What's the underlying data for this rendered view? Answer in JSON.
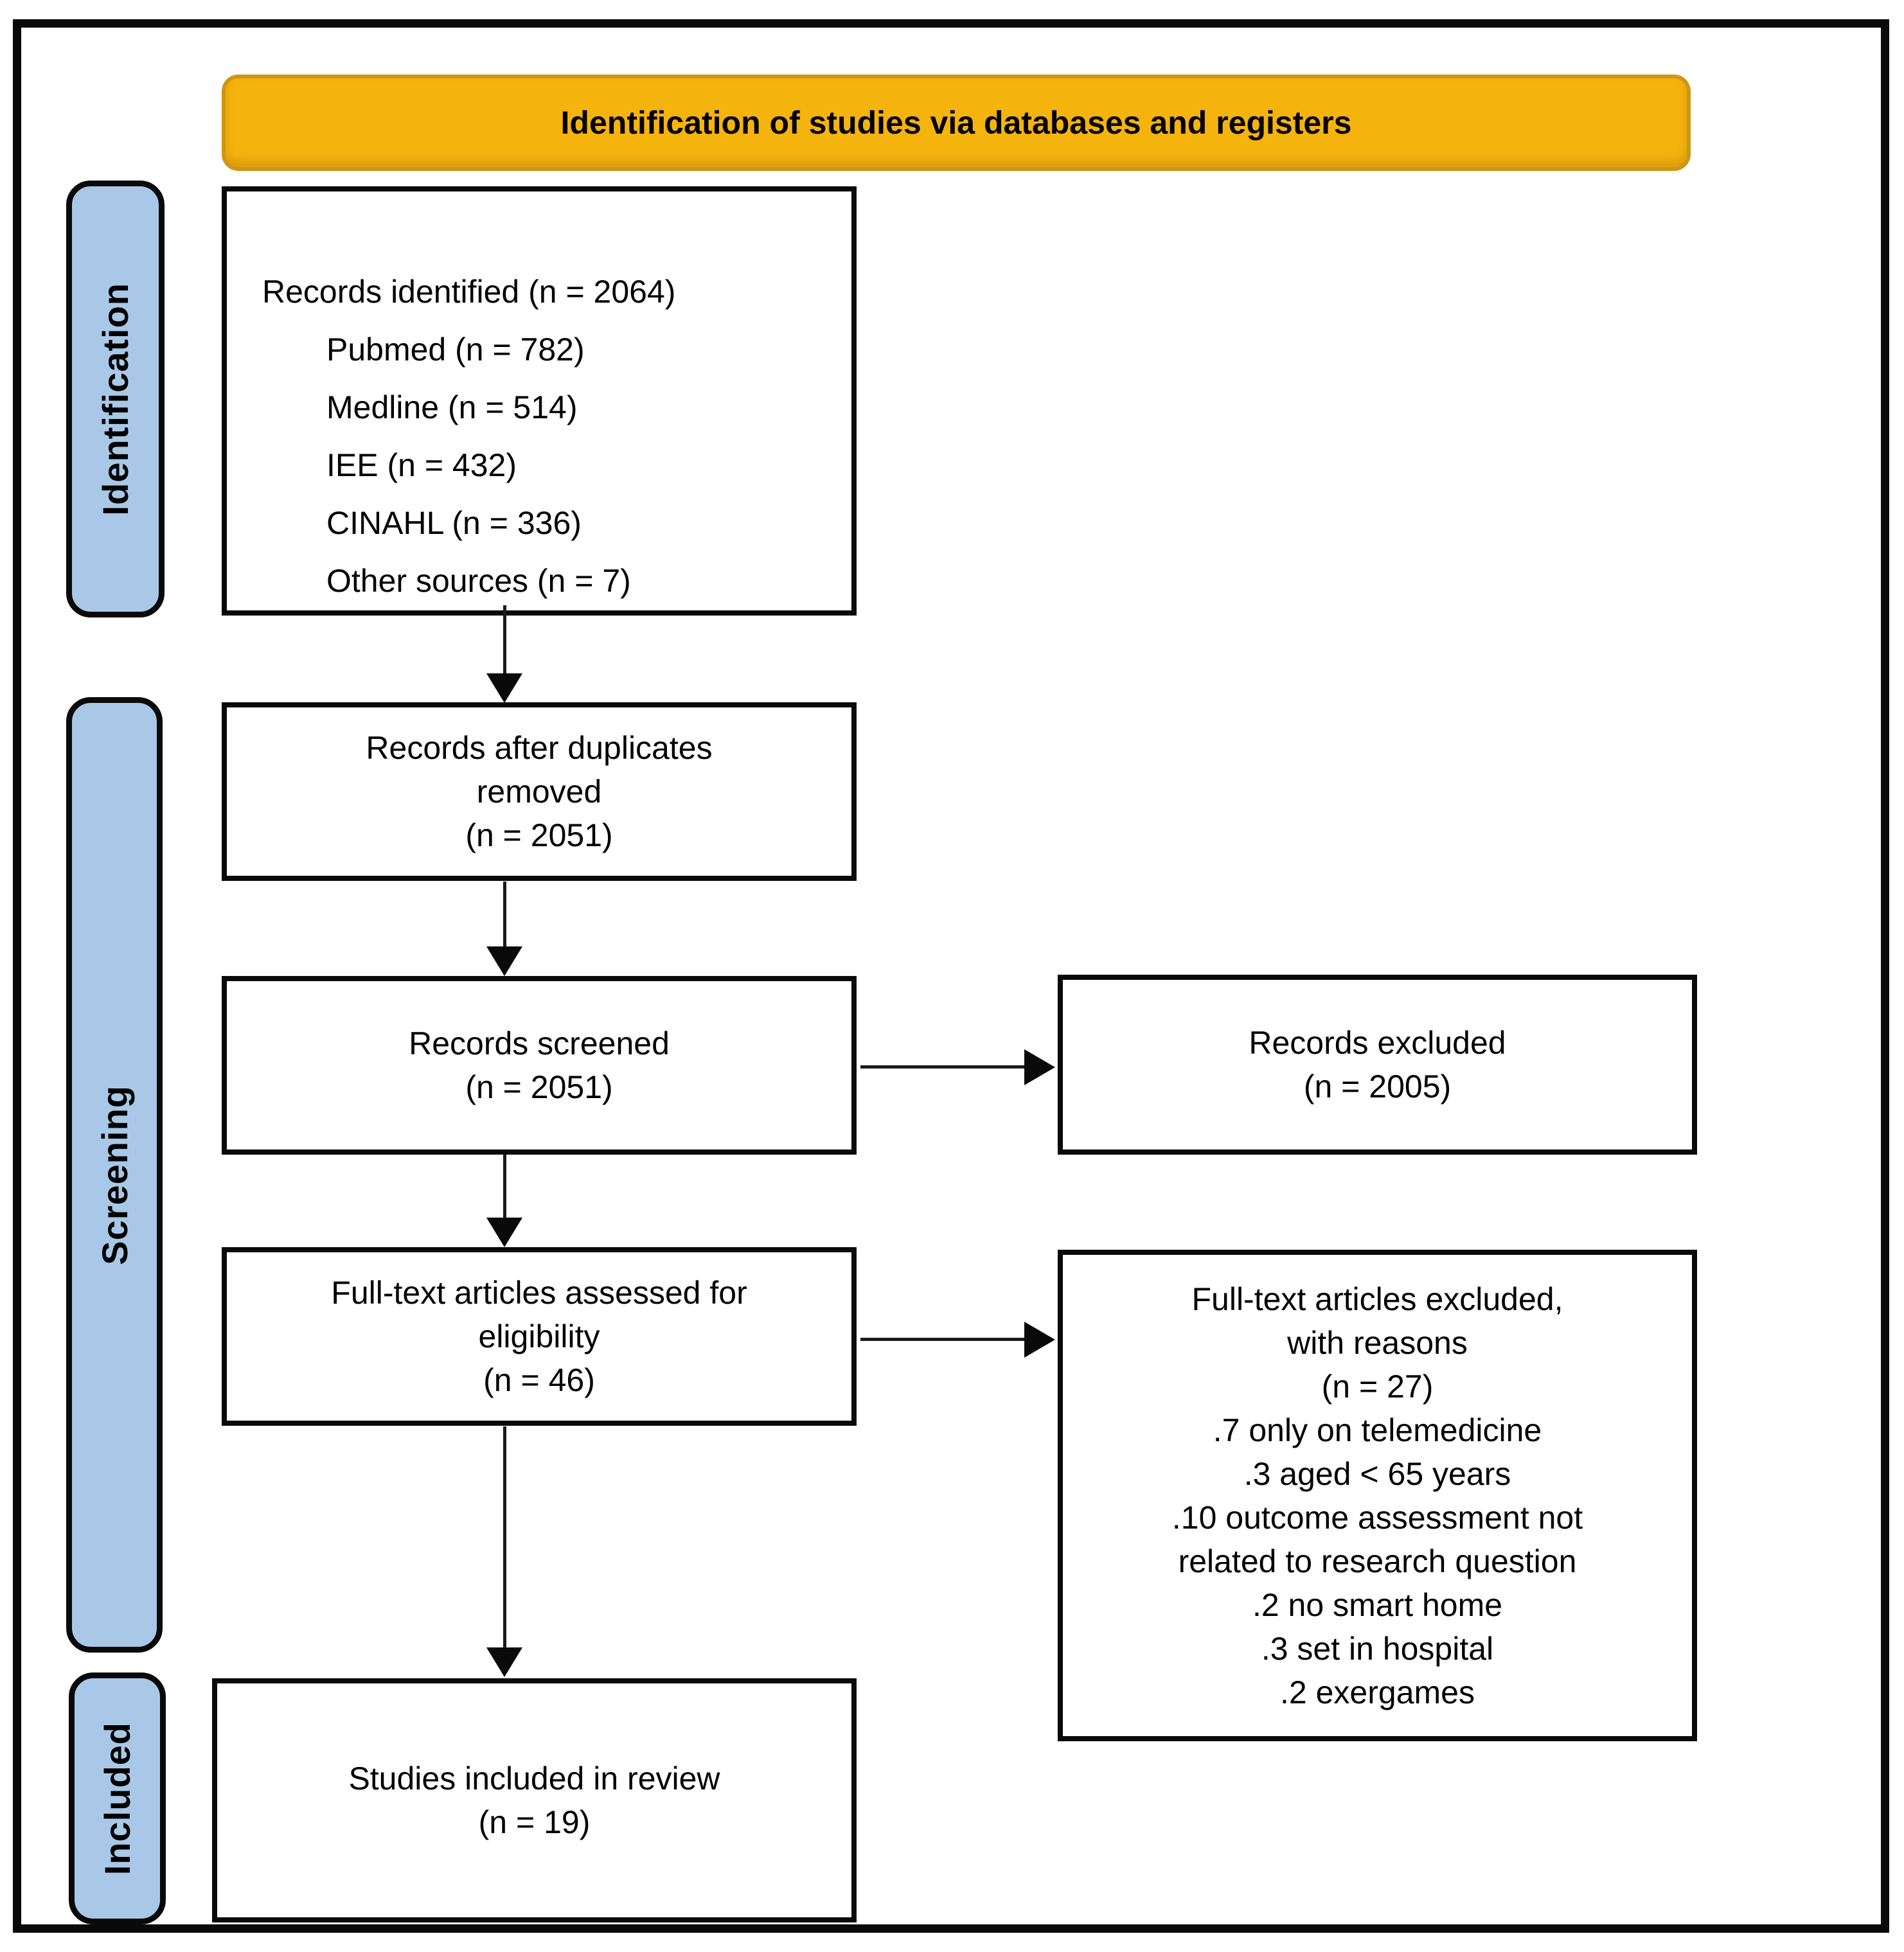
{
  "banner": {
    "label": "Identification of studies via databases and registers"
  },
  "stages": [
    {
      "label": "Identification"
    },
    {
      "label": "Screening"
    },
    {
      "label": "Included"
    }
  ],
  "boxes": {
    "records_identified": {
      "title": "Records identified (n = 2064)",
      "items": [
        "Pubmed (n = 782)",
        "Medline (n = 514)",
        "IEE (n = 432)",
        "CINAHL (n = 336)",
        "Other sources (n = 7)"
      ]
    },
    "duplicates_removed": {
      "lines": [
        "Records after duplicates",
        "removed",
        "(n = 2051)"
      ]
    },
    "records_screened": {
      "lines": [
        "Records screened",
        "(n = 2051)"
      ]
    },
    "records_excluded": {
      "lines": [
        "Records excluded",
        "(n = 2005)"
      ]
    },
    "fulltext_assessed": {
      "lines": [
        "Full-text articles assessed for",
        "eligibility",
        "(n = 46)"
      ]
    },
    "fulltext_excluded": {
      "lines": [
        "Full-text articles excluded,",
        "with reasons",
        "(n = 27)",
        ".7 only on telemedicine",
        ".3 aged < 65 years",
        ".10 outcome assessment not",
        "related to research question",
        ".2 no smart home",
        ".3 set in hospital",
        ".2 exergames"
      ]
    },
    "studies_included": {
      "lines": [
        "Studies included in review",
        "(n = 19)"
      ]
    }
  },
  "colors": {
    "banner_fill": "#f5b30e",
    "banner_border": "#cf9615",
    "stage_fill": "#a9c8e8",
    "box_border": "#0a0a0a",
    "text": "#000000",
    "background": "#ffffff"
  }
}
